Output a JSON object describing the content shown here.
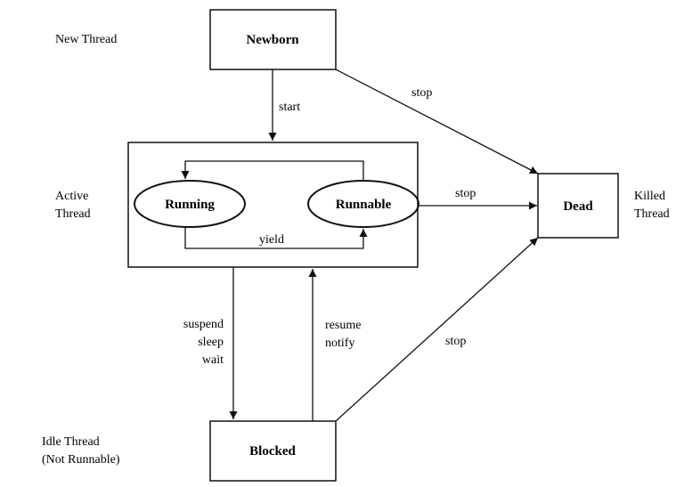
{
  "diagram": {
    "title": "",
    "side_labels": {
      "new_thread": [
        "New Thread"
      ],
      "active_thread": [
        "Active",
        "Thread"
      ],
      "killed_thread": [
        "Killed",
        "Thread"
      ],
      "idle_thread": [
        "Idle Thread",
        "(Not Runnable)"
      ]
    },
    "states": {
      "newborn": "Newborn",
      "running": "Running",
      "runnable": "Runnable",
      "dead": "Dead",
      "blocked": "Blocked"
    },
    "transitions": {
      "start": "start",
      "yield": "yield",
      "stop_from_newborn": "stop",
      "stop_from_active": "stop",
      "stop_from_blocked": "stop",
      "suspend_sleep_wait": [
        "suspend",
        "sleep",
        "wait"
      ],
      "resume_notify": [
        "resume",
        "notify"
      ]
    },
    "colors": {
      "ink": "#111111",
      "background": "#ffffff"
    }
  }
}
